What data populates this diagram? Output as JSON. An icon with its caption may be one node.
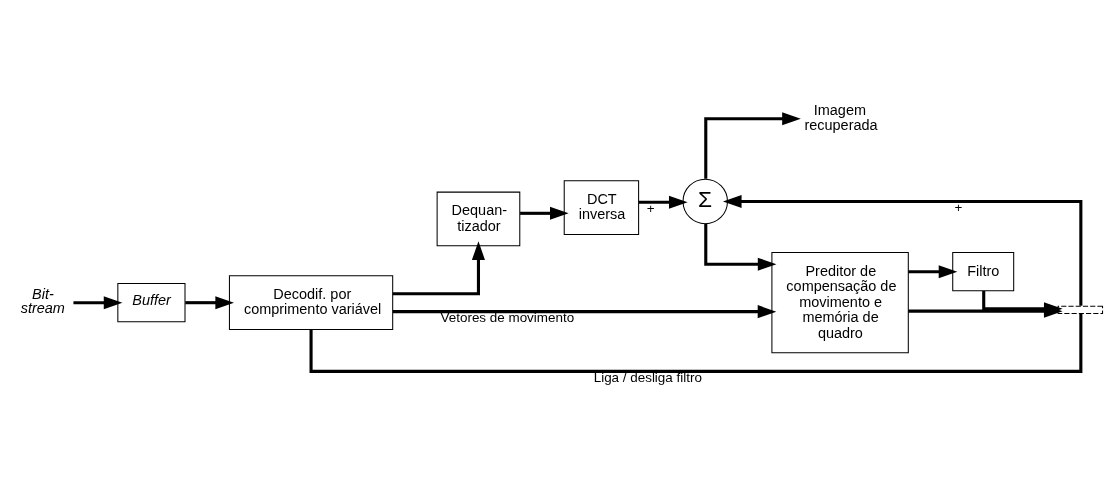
{
  "diagram": {
    "nodes": [
      {
        "text": [
          "Bit- stream"
        ]
      },
      {
        "text": [
          "Buffer"
        ]
      },
      {
        "text": [
          "Decodif. por comprimento variável"
        ]
      },
      {
        "text": [
          "Dequan- tizador"
        ]
      },
      {
        "text": [
          "DCT inversa"
        ]
      },
      {
        "text": [
          "Σ"
        ]
      },
      {
        "text": [
          "Imagem recuperada"
        ]
      },
      {
        "text": [],
        "shape": "bar"
      },
      {
        "text": [
          "Filtro"
        ]
      },
      {
        "text": [
          "Preditor de compensação de movimento e memória de quadro"
        ]
      }
    ],
    "edges": [
      {
        "from": 0,
        "to": 1,
        "arrow": "to"
      },
      {
        "from": 1,
        "to": 2,
        "arrow": "to"
      },
      {
        "from": 2,
        "to": 3,
        "arrow": "to"
      },
      {
        "from": 3,
        "to": 4,
        "arrow": "to"
      },
      {
        "from": 4,
        "to": 5,
        "arrow": "to",
        "label": "+"
      },
      {
        "from": 5,
        "to": 6,
        "arrow": "to"
      },
      {
        "from": 5,
        "to": 9,
        "arrow": "to"
      },
      {
        "from": 9,
        "to": 8,
        "arrow": "to"
      },
      {
        "from": 9,
        "to": 7,
        "arrow": "to"
      },
      {
        "from": 8,
        "to": 7,
        "arrow": "to"
      },
      {
        "from": 7,
        "to": 5,
        "arrow": "to",
        "label": "+"
      },
      {
        "from": 2,
        "to": 7,
        "arrow": "none",
        "label": "Liga / desliga filtro"
      },
      {
        "from": 2,
        "to": 9,
        "arrow": "to",
        "label": "Vetores de movimento"
      }
    ]
  }
}
